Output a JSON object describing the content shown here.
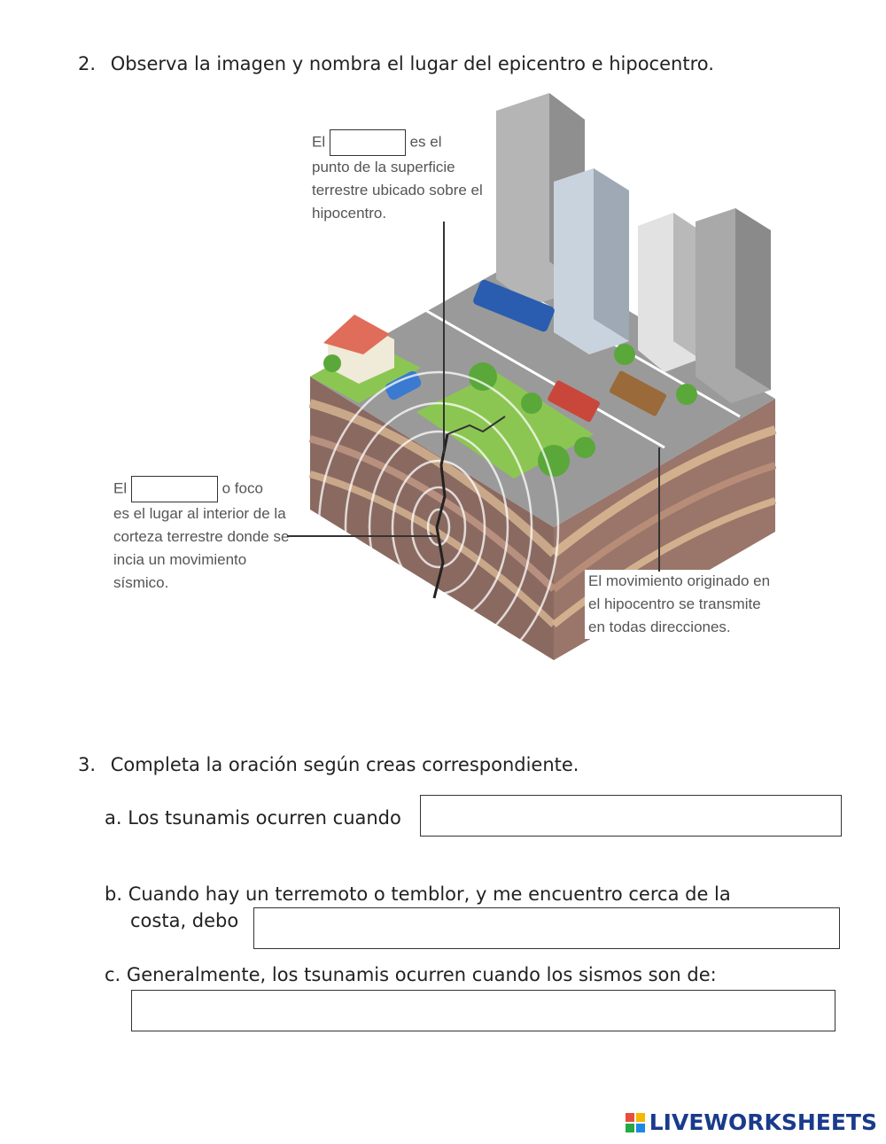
{
  "q2": {
    "number": "2.",
    "text": "Observa la imagen y nombra el lugar del epicentro e hipocentro."
  },
  "figure": {
    "epicentro": {
      "w1": "El",
      "w2": "es el",
      "rest": "punto de la superficie terrestre ubicado sobre el hipocentro."
    },
    "hipocentro": {
      "w1": "El",
      "w2": "o foco",
      "rest": "es el lugar al interior de la corteza terrestre donde se incia un movimiento sísmico."
    },
    "movimiento": "El movimiento originado en el hipocentro se transmite en todas direcciones."
  },
  "q3": {
    "number": "3.",
    "text": "Completa la oración según creas correspondiente.",
    "a": {
      "letter": "a.",
      "text": "Los tsunamis ocurren cuando"
    },
    "b": {
      "letter": "b.",
      "line1": "Cuando hay un terremoto o temblor, y me encuentro cerca de la",
      "line2": "costa, debo"
    },
    "c": {
      "letter": "c.",
      "text": "Generalmente, los tsunamis ocurren cuando los sismos son de:"
    }
  },
  "logo": {
    "text": "LIVEWORKSHEETS"
  },
  "colors": {
    "text": "#222222",
    "caption": "#555555",
    "logo": "#1a3b8c",
    "logo_squares": [
      "#e94e3c",
      "#f5b700",
      "#27a844",
      "#1e88e5"
    ]
  }
}
